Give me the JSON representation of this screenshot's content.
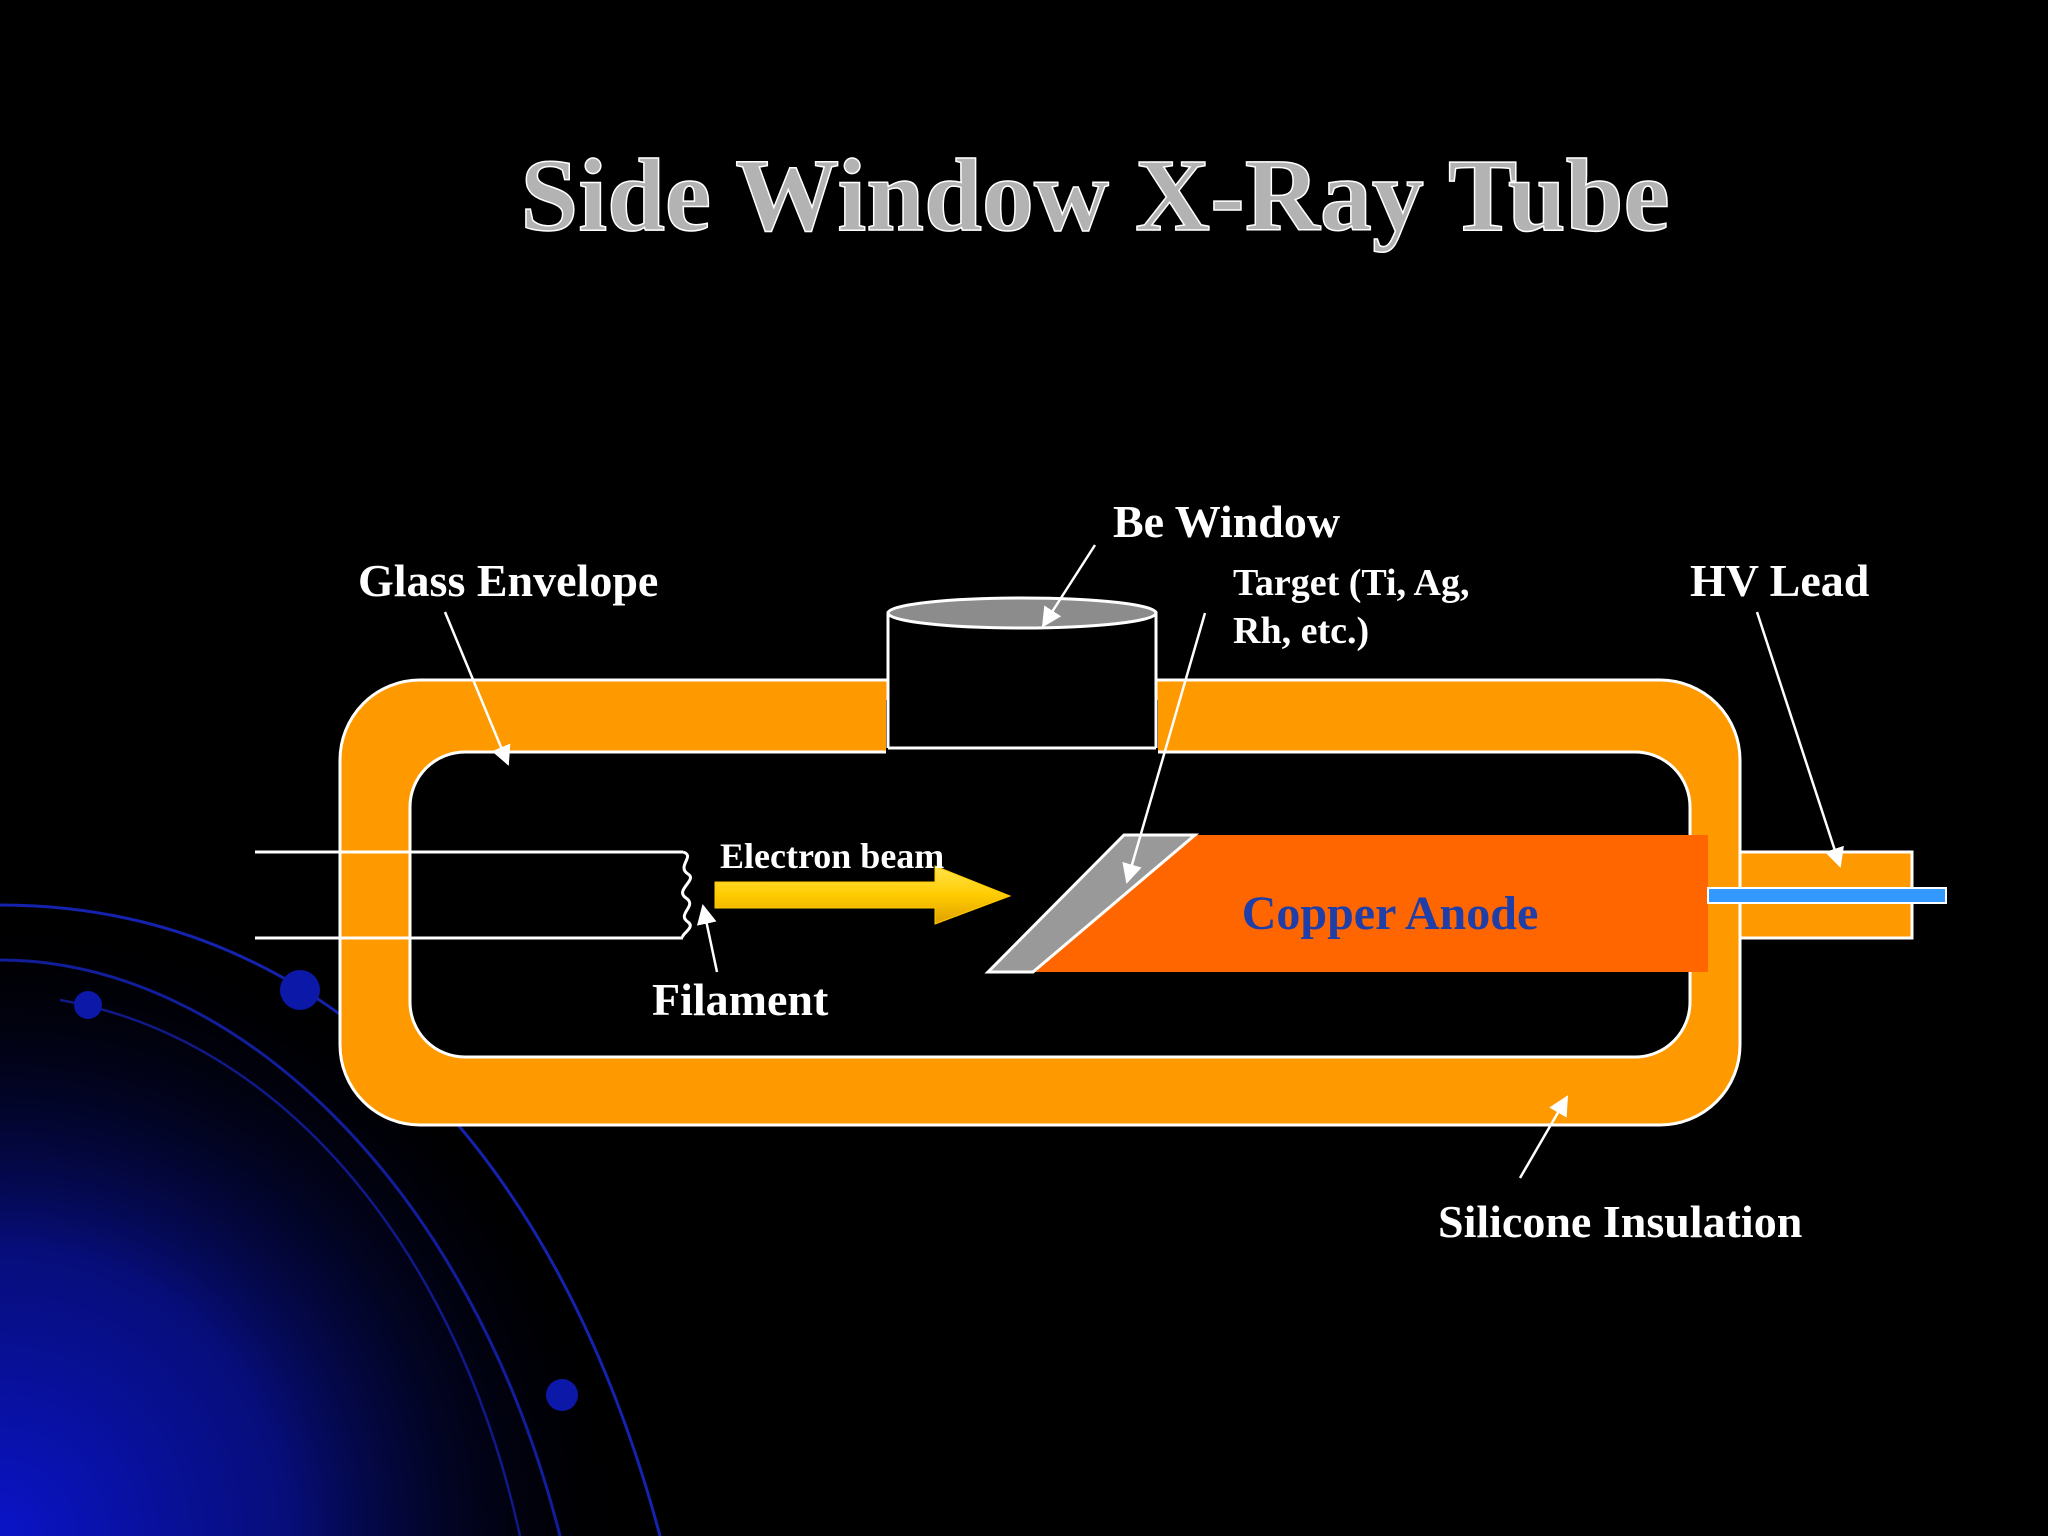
{
  "slide": {
    "title": "Side Window X-Ray Tube"
  },
  "labels": {
    "be_window": "Be Window",
    "glass_envelope": "Glass Envelope",
    "target_line1": "Target (Ti, Ag,",
    "target_line2": "Rh, etc.)",
    "hv_lead": "HV Lead",
    "electron_beam": "Electron beam",
    "copper_anode": "Copper Anode",
    "filament": "Filament",
    "silicone_insulation": "Silicone Insulation"
  },
  "colors": {
    "background": "#000000",
    "insulation": "#ff9900",
    "anode": "#ff6600",
    "anode_text": "#1f3ea8",
    "target": "#999999",
    "hv_wire": "#3399ff",
    "beam_arrow": "#ffcc00",
    "decor_blue": "#0a14b4"
  }
}
